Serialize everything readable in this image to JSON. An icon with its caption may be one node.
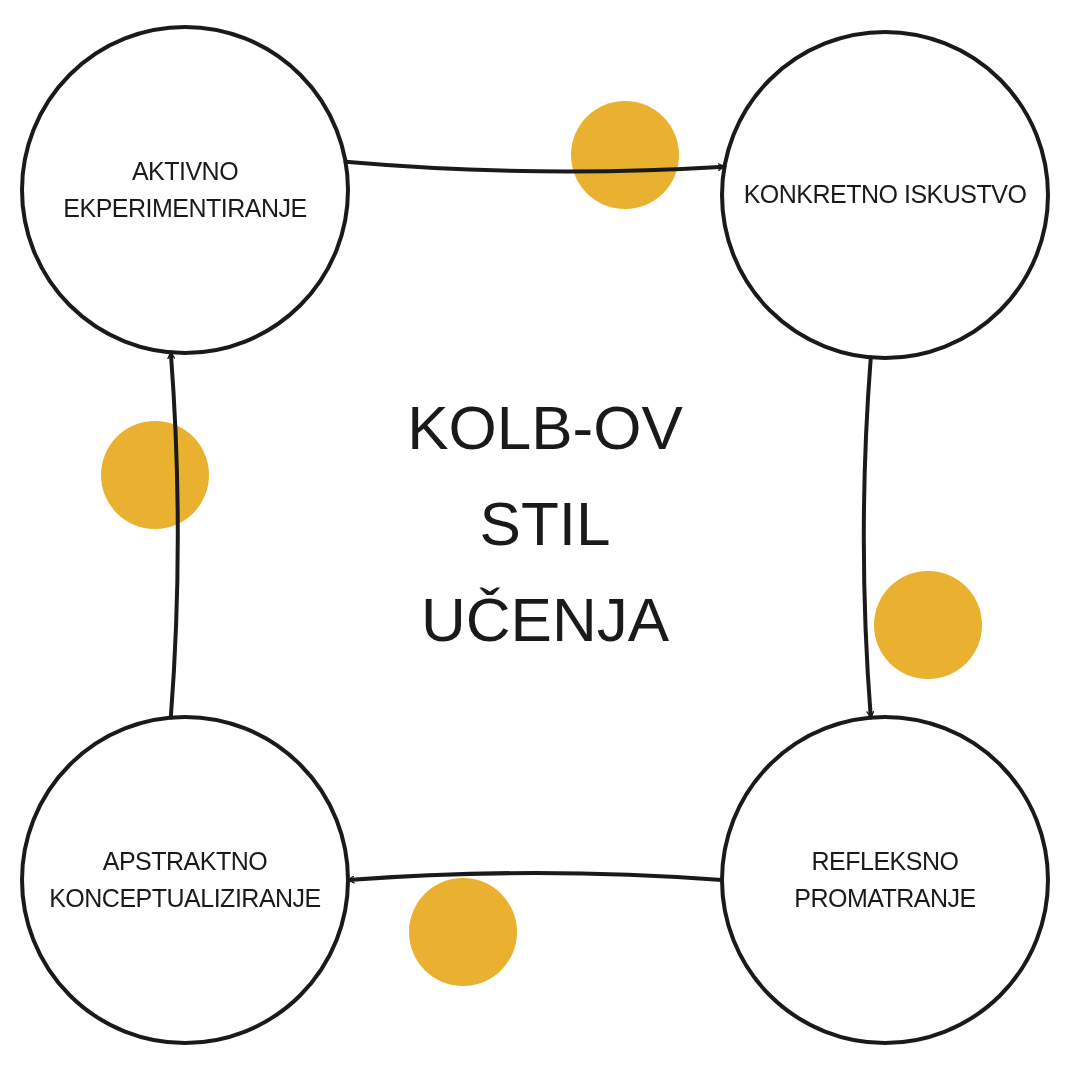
{
  "diagram": {
    "title": "KOLB-OV STIL UČENJA",
    "nodes": [
      {
        "text": [
          "AKTIVNO EKPERIMENTIRANJE"
        ]
      },
      {
        "text": [
          "KONKRETNO ISKUSTVO"
        ]
      },
      {
        "text": [
          "APSTRAKTNO KONCEPTUALIZIRANJE"
        ]
      },
      {
        "text": [
          "REFLEKSNO PROMATRANJE"
        ]
      }
    ],
    "edges": [
      {
        "from": 0,
        "to": 1,
        "arrow": "to"
      },
      {
        "from": 1,
        "to": 3,
        "arrow": "to"
      },
      {
        "from": 3,
        "to": 2,
        "arrow": "to"
      },
      {
        "from": 2,
        "to": 0,
        "arrow": "to"
      }
    ]
  }
}
